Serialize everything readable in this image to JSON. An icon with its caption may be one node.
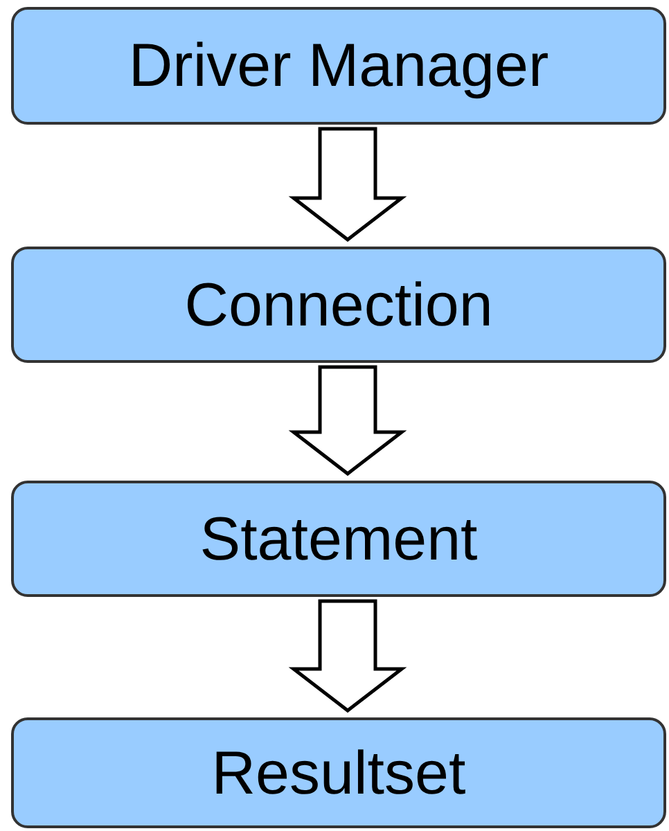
{
  "diagram": {
    "nodes": [
      {
        "text": [
          "Driver Manager"
        ]
      },
      {
        "text": [
          "Connection"
        ]
      },
      {
        "text": [
          "Statement"
        ]
      },
      {
        "text": [
          "Resultset"
        ]
      }
    ],
    "edges": [
      {
        "from": 0,
        "to": 1,
        "arrow": "to"
      },
      {
        "from": 1,
        "to": 2,
        "arrow": "to"
      },
      {
        "from": 2,
        "to": 3,
        "arrow": "to"
      }
    ]
  }
}
